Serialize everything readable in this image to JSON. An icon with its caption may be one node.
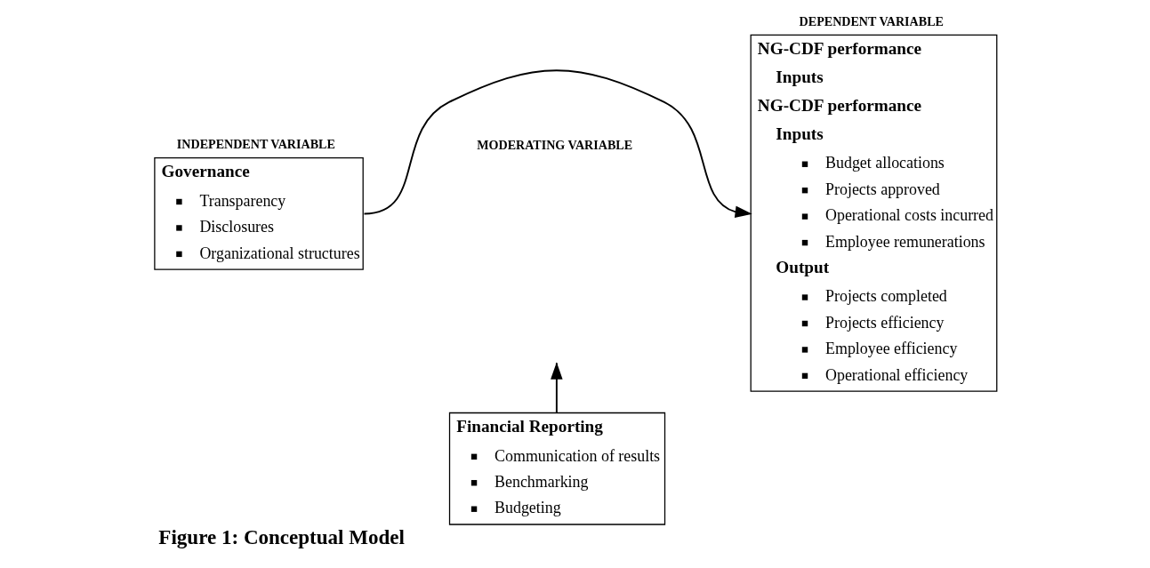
{
  "diagram": {
    "caption": "Figure 1: Conceptual Model",
    "nodes": [
      {
        "text": [
          "Governance",
          "Transparency",
          "Disclosures",
          "Organizational structures"
        ],
        "beside": [
          "INDEPENDENT VARIABLE"
        ]
      },
      {
        "text": [
          "Financial Reporting",
          "Communication of results",
          "Benchmarking",
          "Budgeting"
        ]
      },
      {
        "text": [
          "NG-CDF performance",
          "Inputs",
          "NG-CDF performance",
          "Inputs",
          "Budget allocations",
          "Projects approved",
          "Operational costs incurred",
          "Employee remunerations",
          "Output",
          "Projects completed",
          "Projects efficiency",
          "Employee efficiency",
          "Operational efficiency"
        ],
        "beside": [
          "DEPENDENT VARIABLE"
        ]
      }
    ],
    "edges": [
      {
        "from": 0,
        "to": 2,
        "arrow": "to"
      },
      {
        "from": 1,
        "to": null,
        "arrow": "to"
      }
    ],
    "labels": [
      "MODERATING VARIABLE"
    ]
  }
}
